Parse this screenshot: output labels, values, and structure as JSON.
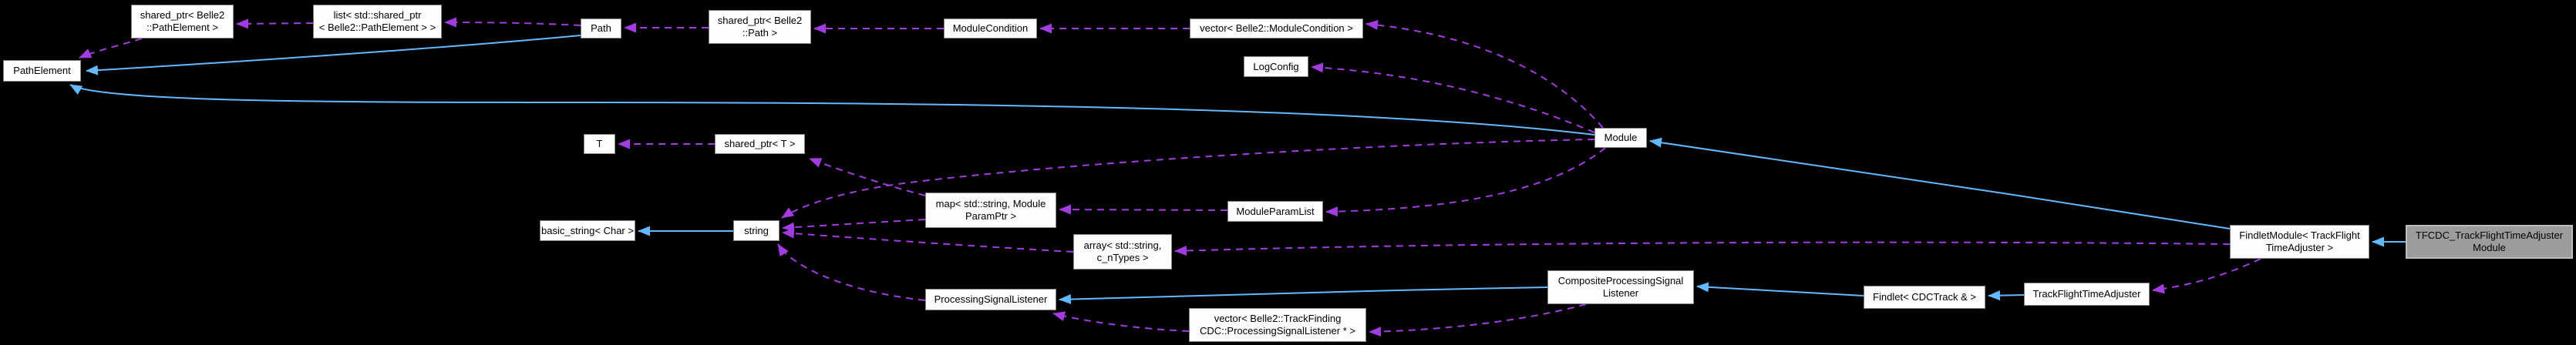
{
  "diagram": {
    "kind": "doxygen-collaboration-graph",
    "background": "#000000",
    "colors": {
      "inheritance_edge": "#63b8ff",
      "usage_edge": "#a23be0",
      "node_fill": "#fdfdfd",
      "node_border": "#848484",
      "highlight_fill": "#9c9c9c",
      "highlight_border": "#bdbdbd",
      "text": "#000000"
    },
    "nodes": [
      {
        "id": "pathelement",
        "label": "PathElement",
        "highlight": false
      },
      {
        "id": "shared-ptr-pathelement",
        "label": "shared_ptr< Belle2\n::PathElement >",
        "highlight": false
      },
      {
        "id": "list-shared-ptr-pathelement",
        "label": "list< std::shared_ptr\n< Belle2::PathElement > >",
        "highlight": false
      },
      {
        "id": "path",
        "label": "Path",
        "highlight": false
      },
      {
        "id": "shared-ptr-path",
        "label": "shared_ptr< Belle2\n::Path >",
        "highlight": false
      },
      {
        "id": "modulecondition",
        "label": "ModuleCondition",
        "highlight": false
      },
      {
        "id": "vector-modulecondition",
        "label": "vector< Belle2::ModuleCondition >",
        "highlight": false
      },
      {
        "id": "logconfig",
        "label": "LogConfig",
        "highlight": false
      },
      {
        "id": "module",
        "label": "Module",
        "highlight": false
      },
      {
        "id": "t",
        "label": "T",
        "highlight": false
      },
      {
        "id": "shared-ptr-t",
        "label": "shared_ptr< T >",
        "highlight": false
      },
      {
        "id": "map-moduleparamptr",
        "label": "map< std::string, Module\nParamPtr >",
        "highlight": false
      },
      {
        "id": "moduleparamlist",
        "label": "ModuleParamList",
        "highlight": false
      },
      {
        "id": "basic-string-char",
        "label": "basic_string< Char >",
        "highlight": false
      },
      {
        "id": "string",
        "label": "string",
        "highlight": false
      },
      {
        "id": "array-cntypes",
        "label": "array< std::string,\nc_nTypes >",
        "highlight": false
      },
      {
        "id": "processingsignallistener",
        "label": "ProcessingSignalListener",
        "highlight": false
      },
      {
        "id": "vector-psl-ptr",
        "label": "vector< Belle2::TrackFinding\nCDC::ProcessingSignalListener * >",
        "highlight": false
      },
      {
        "id": "compositeprocessingsignallistener",
        "label": "CompositeProcessingSignal\nListener",
        "highlight": false
      },
      {
        "id": "findlet-cdctrack",
        "label": "Findlet< CDCTrack & >",
        "highlight": false
      },
      {
        "id": "trackflighttimeadjuster",
        "label": "TrackFlightTimeAdjuster",
        "highlight": false
      },
      {
        "id": "findletmodule",
        "label": "FindletModule< TrackFlight\nTimeAdjuster >",
        "highlight": false
      },
      {
        "id": "tfcdc-module",
        "label": "TFCDC_TrackFlightTimeAdjuster\nModule",
        "highlight": true
      }
    ],
    "edges": [
      {
        "from": "path",
        "to": "pathelement",
        "kind": "inheritance"
      },
      {
        "from": "module",
        "to": "pathelement",
        "kind": "inheritance"
      },
      {
        "from": "string",
        "to": "basic-string-char",
        "kind": "inheritance"
      },
      {
        "from": "findletmodule",
        "to": "module",
        "kind": "inheritance"
      },
      {
        "from": "tfcdc-module",
        "to": "findletmodule",
        "kind": "inheritance"
      },
      {
        "from": "trackflighttimeadjuster",
        "to": "findlet-cdctrack",
        "kind": "inheritance"
      },
      {
        "from": "findlet-cdctrack",
        "to": "compositeprocessingsignallistener",
        "kind": "inheritance"
      },
      {
        "from": "compositeprocessingsignallistener",
        "to": "processingsignallistener",
        "kind": "inheritance"
      },
      {
        "from": "list-shared-ptr-pathelement",
        "to": "shared-ptr-pathelement",
        "kind": "usage"
      },
      {
        "from": "shared-ptr-pathelement",
        "to": "pathelement",
        "kind": "usage"
      },
      {
        "from": "path",
        "to": "list-shared-ptr-pathelement",
        "kind": "usage"
      },
      {
        "from": "shared-ptr-path",
        "to": "path",
        "kind": "usage"
      },
      {
        "from": "modulecondition",
        "to": "shared-ptr-path",
        "kind": "usage"
      },
      {
        "from": "vector-modulecondition",
        "to": "modulecondition",
        "kind": "usage"
      },
      {
        "from": "module",
        "to": "vector-modulecondition",
        "kind": "usage"
      },
      {
        "from": "module",
        "to": "logconfig",
        "kind": "usage"
      },
      {
        "from": "module",
        "to": "moduleparamlist",
        "kind": "usage"
      },
      {
        "from": "module",
        "to": "string",
        "kind": "usage"
      },
      {
        "from": "moduleparamlist",
        "to": "map-moduleparamptr",
        "kind": "usage"
      },
      {
        "from": "map-moduleparamptr",
        "to": "shared-ptr-t",
        "kind": "usage"
      },
      {
        "from": "map-moduleparamptr",
        "to": "string",
        "kind": "usage"
      },
      {
        "from": "shared-ptr-t",
        "to": "t",
        "kind": "usage"
      },
      {
        "from": "array-cntypes",
        "to": "string",
        "kind": "usage"
      },
      {
        "from": "findletmodule",
        "to": "array-cntypes",
        "kind": "usage"
      },
      {
        "from": "findletmodule",
        "to": "trackflighttimeadjuster",
        "kind": "usage"
      },
      {
        "from": "processingsignallistener",
        "to": "string",
        "kind": "usage"
      },
      {
        "from": "vector-psl-ptr",
        "to": "processingsignallistener",
        "kind": "usage"
      },
      {
        "from": "compositeprocessingsignallistener",
        "to": "vector-psl-ptr",
        "kind": "usage"
      }
    ]
  }
}
